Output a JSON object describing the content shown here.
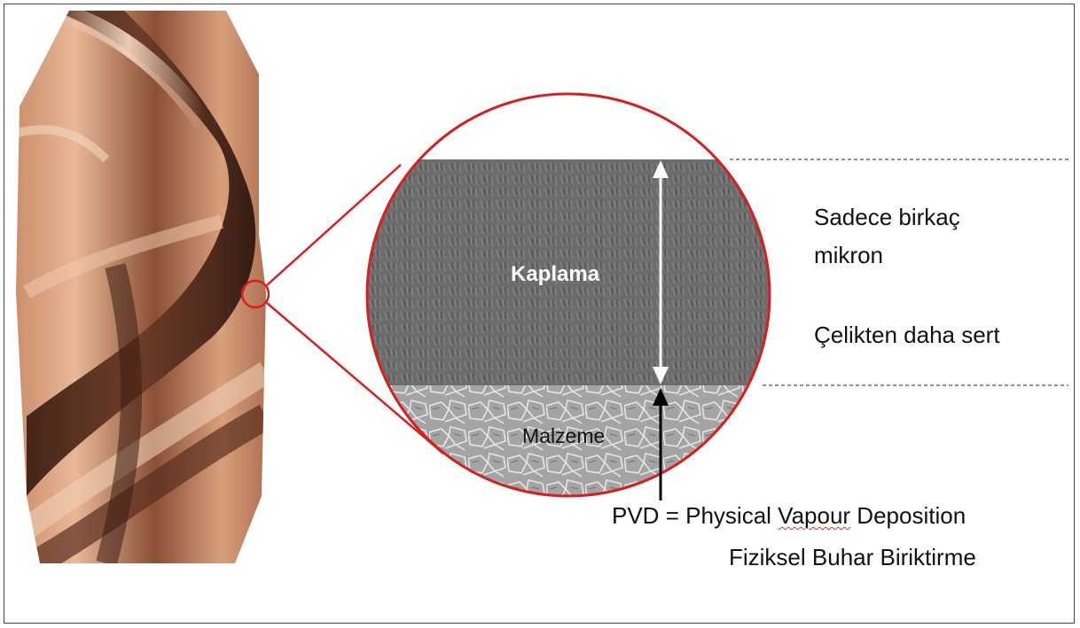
{
  "labels": {
    "coating": "Kaplama",
    "material": "Malzeme",
    "thickness_line1": "Sadece birkaç",
    "thickness_line2": "mikron",
    "hardness": "Çelikten daha sert",
    "pvd_abbr": "PVD",
    "pvd_equals": " = ",
    "pvd_word1": "Physical ",
    "pvd_word2": "Vapour",
    "pvd_word3": " Deposition",
    "pvd_turkish": "Fiziksel Buhar Biriktirme"
  },
  "colors": {
    "zoom_ring": "#d81e1e",
    "copper_light": "#e7b491",
    "copper_dark": "#4b2619",
    "coating_gray": "#6e6e6e",
    "substrate_gray": "#a7a7a7",
    "dashed_line": "#555555"
  }
}
